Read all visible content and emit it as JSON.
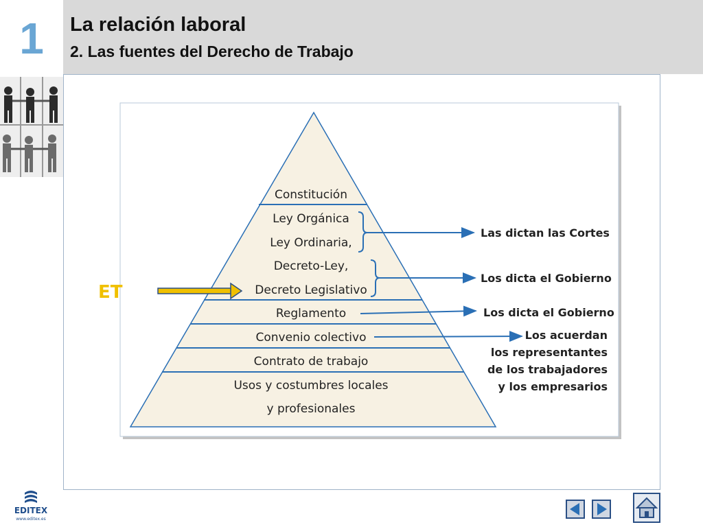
{
  "header": {
    "chapter_number": "1",
    "title": "La relación laboral",
    "subtitle": "2. Las fuentes del Derecho de Trabajo"
  },
  "pyramid": {
    "levels": [
      "Constitución",
      "Ley Orgánica",
      "Ley Ordinaria,",
      "Decreto-Ley,",
      "Decreto Legislativo",
      "Reglamento",
      "Convenio colectivo",
      "Contrato de trabajo",
      "Usos y costumbres locales",
      "y profesionales"
    ],
    "et_label": "ET"
  },
  "annotations": {
    "cortes": "Las dictan las Cortes",
    "gobierno_decretos": "Los dicta el Gobierno",
    "gobierno_reglamento": "Los dicta el Gobierno",
    "acuerdo_lines": [
      "Los acuerdan",
      "los representantes",
      "de los trabajadores",
      "y los empresarios"
    ]
  },
  "footer": {
    "logo_name": "EDITEX",
    "logo_url": "www.editex.es"
  },
  "colors": {
    "pyramid_fill": "#f7f1e3",
    "line_blue": "#2a6fb5",
    "et_yellow": "#f0c000",
    "chapter_blue": "#6aa6d4",
    "header_gray": "#d9d9d9"
  },
  "icons": {
    "prev": "prev-arrow-icon",
    "next": "next-arrow-icon",
    "home": "home-icon"
  }
}
